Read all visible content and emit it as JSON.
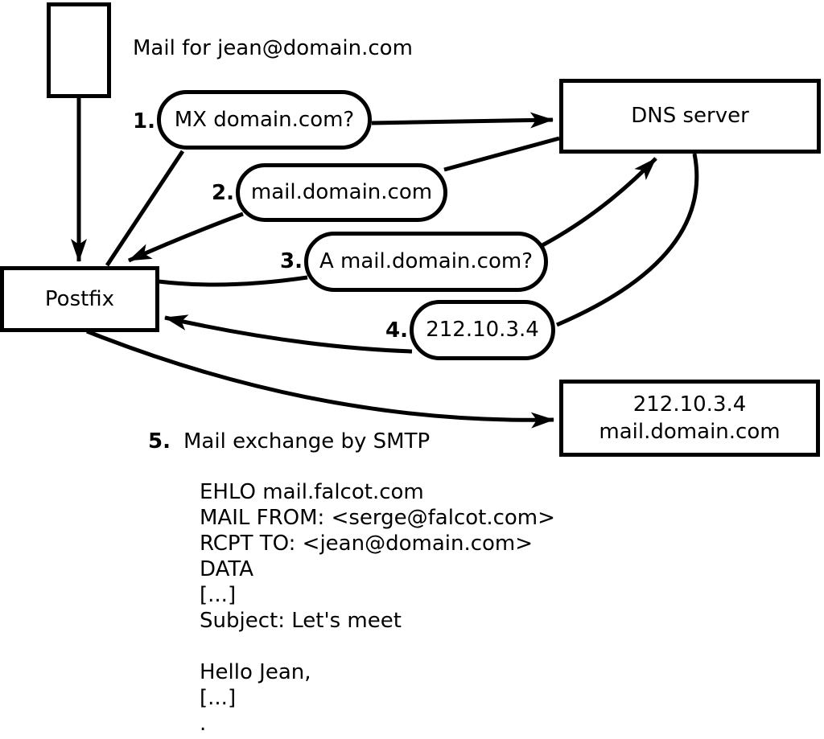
{
  "diagram": {
    "title_label": "Mail for jean@domain.com",
    "nodes": {
      "message": {
        "description": "outgoing mail message"
      },
      "postfix": {
        "label": "Postfix"
      },
      "dns": {
        "label": "DNS server"
      },
      "destination": {
        "line1": "212.10.3.4",
        "line2": "mail.domain.com"
      }
    },
    "steps": [
      {
        "num": "1.",
        "label": "MX domain.com?"
      },
      {
        "num": "2.",
        "label": "mail.domain.com"
      },
      {
        "num": "3.",
        "label": "A mail.domain.com?"
      },
      {
        "num": "4.",
        "label": "212.10.3.4"
      },
      {
        "num": "5.",
        "label": "Mail exchange by SMTP"
      }
    ],
    "colors": {
      "line": "#000000",
      "box_fill": "#ffffff",
      "background": "#ffffff"
    }
  },
  "smtp_session": {
    "lines": [
      "EHLO mail.falcot.com",
      "MAIL FROM: <serge@falcot.com>",
      "RCPT TO: <jean@domain.com>",
      "DATA",
      "[...]",
      "Subject: Let's meet",
      "",
      "Hello Jean,",
      "[...]",
      "."
    ]
  }
}
